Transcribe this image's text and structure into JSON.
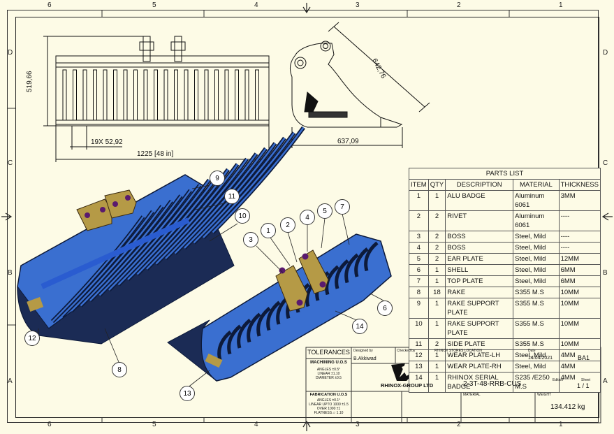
{
  "zones": {
    "top": [
      "6",
      "5",
      "4",
      "3",
      "2",
      "1"
    ],
    "bottom": [
      "6",
      "5",
      "4",
      "3",
      "2",
      "1"
    ],
    "left": [
      "D",
      "C",
      "B",
      "A"
    ],
    "right": [
      "D",
      "C",
      "B",
      "A"
    ]
  },
  "dimensions": {
    "front_height": "519,66",
    "pitch": "19X 52,92",
    "overall_width": "1225 [48 in]",
    "side_diag": "642,76",
    "side_width": "637,09"
  },
  "parts_list": {
    "title": "PARTS LIST",
    "headers": [
      "ITEM",
      "QTY",
      "DESCRIPTION",
      "MATERIAL",
      "THICKNESS"
    ],
    "rows": [
      {
        "item": "1",
        "qty": "1",
        "desc": "ALU BADGE",
        "mat": "Aluminum 6061",
        "thk": "3MM"
      },
      {
        "item": "2",
        "qty": "2",
        "desc": "RIVET",
        "mat": "Aluminum 6061",
        "thk": "----"
      },
      {
        "item": "3",
        "qty": "2",
        "desc": "BOSS",
        "mat": "Steel, Mild",
        "thk": "----"
      },
      {
        "item": "4",
        "qty": "2",
        "desc": "BOSS",
        "mat": "Steel, Mild",
        "thk": "----"
      },
      {
        "item": "5",
        "qty": "2",
        "desc": "EAR PLATE",
        "mat": "Steel, Mild",
        "thk": "12MM"
      },
      {
        "item": "6",
        "qty": "1",
        "desc": "SHELL",
        "mat": "Steel, Mild",
        "thk": "6MM"
      },
      {
        "item": "7",
        "qty": "1",
        "desc": "TOP PLATE",
        "mat": "Steel, Mild",
        "thk": "6MM"
      },
      {
        "item": "8",
        "qty": "18",
        "desc": "RAKE",
        "mat": "S355 M.S",
        "thk": "10MM"
      },
      {
        "item": "9",
        "qty": "1",
        "desc": "RAKE SUPPORT PLATE",
        "mat": "S355 M.S",
        "thk": "10MM"
      },
      {
        "item": "10",
        "qty": "1",
        "desc": "RAKE SUPPORT PLATE",
        "mat": "S355 M.S",
        "thk": "10MM"
      },
      {
        "item": "11",
        "qty": "2",
        "desc": "SIDE PLATE",
        "mat": "S355 M.S",
        "thk": "10MM"
      },
      {
        "item": "12",
        "qty": "1",
        "desc": "WEAR PLATE-LH",
        "mat": "Steel, Mild",
        "thk": "4MM"
      },
      {
        "item": "13",
        "qty": "1",
        "desc": "WEAR PLATE-RH",
        "mat": "Steel, Mild",
        "thk": "4MM"
      },
      {
        "item": "14",
        "qty": "1",
        "desc": "RHINOX SERIAL BADGE",
        "mat": "S235 /E250 M.S",
        "thk": "4MM"
      }
    ]
  },
  "balloons": [
    "9",
    "11",
    "10",
    "12",
    "8",
    "3",
    "1",
    "2",
    "4",
    "5",
    "7",
    "6",
    "14",
    "13"
  ],
  "title_block": {
    "tolerances": "TOLERANCES",
    "machining_title": "MACHINING U.O.S",
    "machining_lines": [
      "ANGLES ±0.5°",
      "LINEAR ±1.10",
      "DIAMETER ±0.5"
    ],
    "fabrication_title": "FABRICATION U.O.S",
    "fabrication_lines": [
      "ANGLES ±0.1°",
      "LINEAR UPTO 1000 ±1.5",
      "OVER 1000 ±1",
      "FLATNESS ⏥ 1.10"
    ],
    "designed_by_label": "Designed by",
    "designed_by": "B.Akkiwad",
    "checked_by_label": "Checked by",
    "location_label": "RHINOX STORES LOCATION",
    "date_label": "Date",
    "date": "14/04/2021",
    "sheet_size": "BA1",
    "company": "RHINOX-GROUP LTD",
    "part_number": "2-3T-48-RRB-CUS",
    "edition_label": "Edition",
    "sheet_label": "Sheet",
    "sheet": "1 / 1",
    "material_label": "MATERIAL",
    "weight_label": "WEIGHT",
    "weight": "134.412 kg"
  },
  "colors": {
    "paper": "#fdfbe6",
    "body_blue": "#3a6fd0",
    "dark_blue": "#1b2b55",
    "ear_plate": "#b59a46",
    "boss": "#5a1a6e"
  }
}
